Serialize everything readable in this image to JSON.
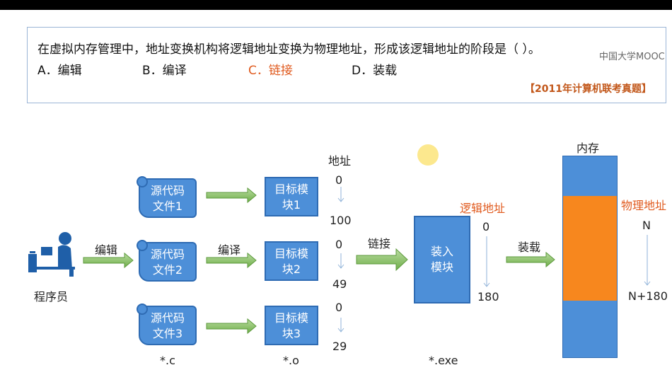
{
  "question": {
    "text": "在虚拟内存管理中，地址变换机构将逻辑地址变换为物理地址，形成该逻辑地址的阶段是（    ）。",
    "options": [
      {
        "label": "A．编辑"
      },
      {
        "label": "B．编译"
      },
      {
        "label": "C．链接"
      },
      {
        "label": "D．装载"
      }
    ],
    "source": "【2011年计算机联考真题】",
    "watermark": "中国大学MOOC"
  },
  "diagram": {
    "programmer_label": "程序员",
    "edit_label": "编辑",
    "compile_label": "编译",
    "link_label": "链接",
    "load_label": "装载",
    "address_header": "地址",
    "source_files": [
      "源代码\n文件1",
      "源代码\n文件2",
      "源代码\n文件3"
    ],
    "object_modules": [
      "目标模\n块1",
      "目标模\n块2",
      "目标模\n块3"
    ],
    "module_ranges": [
      [
        "0",
        "100"
      ],
      [
        "0",
        "49"
      ],
      [
        "0",
        "29"
      ]
    ],
    "ext_c": "*.c",
    "ext_o": "*.o",
    "ext_exe": "*.exe",
    "load_module": "装入\n模块",
    "logical_label": "逻辑地址",
    "logical_range": [
      "0",
      "180"
    ],
    "memory_label": "内存",
    "physical_label": "物理地址",
    "physical_range": [
      "N",
      "N+180"
    ]
  }
}
